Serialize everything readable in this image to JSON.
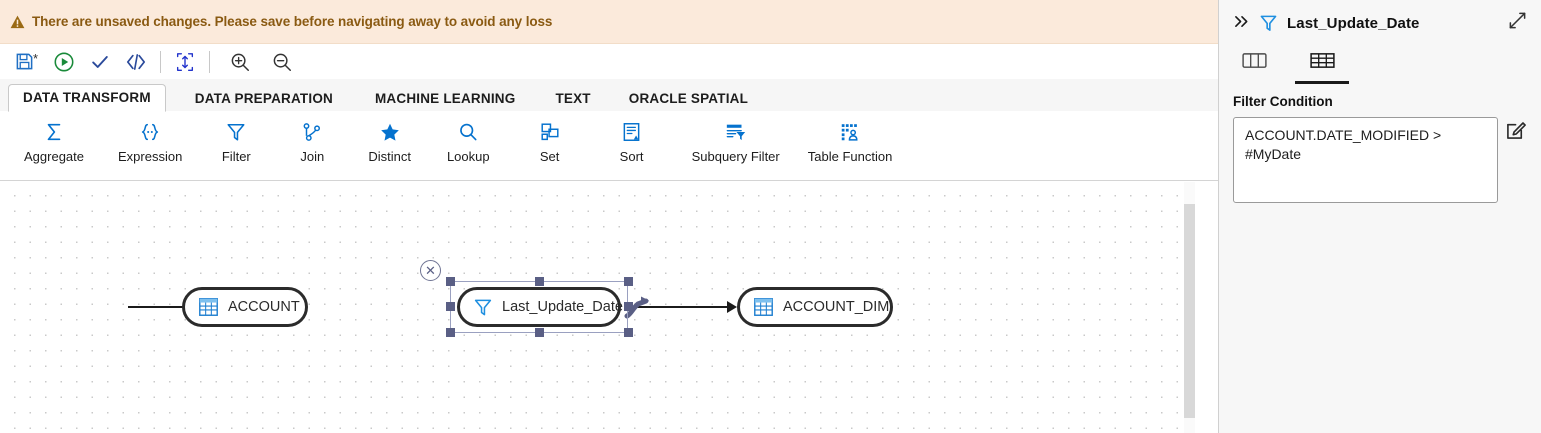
{
  "alert": {
    "icon": "warning-triangle-icon",
    "text": "There are unsaved changes. Please save before navigating away to avoid any loss",
    "bg_color": "#fbeadb",
    "text_color": "#8a5a12"
  },
  "toolbar": {
    "buttons": [
      {
        "name": "save-icon",
        "title": "Save"
      },
      {
        "name": "run-icon",
        "title": "Run"
      },
      {
        "name": "validate-check-icon",
        "title": "Validate"
      },
      {
        "name": "code-icon",
        "title": "View Code"
      },
      {
        "name": "fit-to-screen-icon",
        "title": "Fit to Screen"
      },
      {
        "name": "zoom-in-icon",
        "title": "Zoom In"
      },
      {
        "name": "zoom-out-icon",
        "title": "Zoom Out"
      }
    ],
    "dirty_marker": "*"
  },
  "tabstrip": {
    "tabs": [
      {
        "label": "DATA TRANSFORM",
        "active": true
      },
      {
        "label": "DATA PREPARATION",
        "active": false
      },
      {
        "label": "MACHINE LEARNING",
        "active": false
      },
      {
        "label": "TEXT",
        "active": false
      },
      {
        "label": "ORACLE SPATIAL",
        "active": false
      }
    ]
  },
  "ribbon": {
    "accent_color": "#0572ce",
    "operators": [
      {
        "label": "Aggregate",
        "icon": "sigma-icon"
      },
      {
        "label": "Expression",
        "icon": "braces-icon"
      },
      {
        "label": "Filter",
        "icon": "funnel-icon"
      },
      {
        "label": "Join",
        "icon": "join-icon"
      },
      {
        "label": "Distinct",
        "icon": "star-icon"
      },
      {
        "label": "Lookup",
        "icon": "magnifier-icon"
      },
      {
        "label": "Set",
        "icon": "set-shapes-icon"
      },
      {
        "label": "Sort",
        "icon": "sort-list-icon"
      },
      {
        "label": "Subquery Filter",
        "icon": "subquery-filter-icon"
      },
      {
        "label": "Table Function",
        "icon": "table-function-icon"
      }
    ]
  },
  "canvas": {
    "nodes": [
      {
        "label": "ACCOUNT",
        "icon": "table-icon",
        "selected": false
      },
      {
        "label": "Last_Update_Date",
        "icon": "funnel-icon",
        "selected": true
      },
      {
        "label": "ACCOUNT_DIM",
        "icon": "table-icon",
        "selected": false
      }
    ],
    "delete_badge": "✕"
  },
  "right_panel": {
    "collapse_icon": "chevron-double-right-icon",
    "node_icon": "funnel-icon",
    "title": "Last_Update_Date",
    "expand_icon": "expand-diagonal-icon",
    "tabs": [
      {
        "name": "columns-view-tab",
        "icon": "columns-icon",
        "active": false
      },
      {
        "name": "grid-view-tab",
        "icon": "table-grid-icon",
        "active": true
      }
    ],
    "section_title": "Filter Condition",
    "filter_condition": " ACCOUNT.DATE_MODIFIED > #MyDate",
    "edit_icon": "edit-pencil-icon"
  }
}
